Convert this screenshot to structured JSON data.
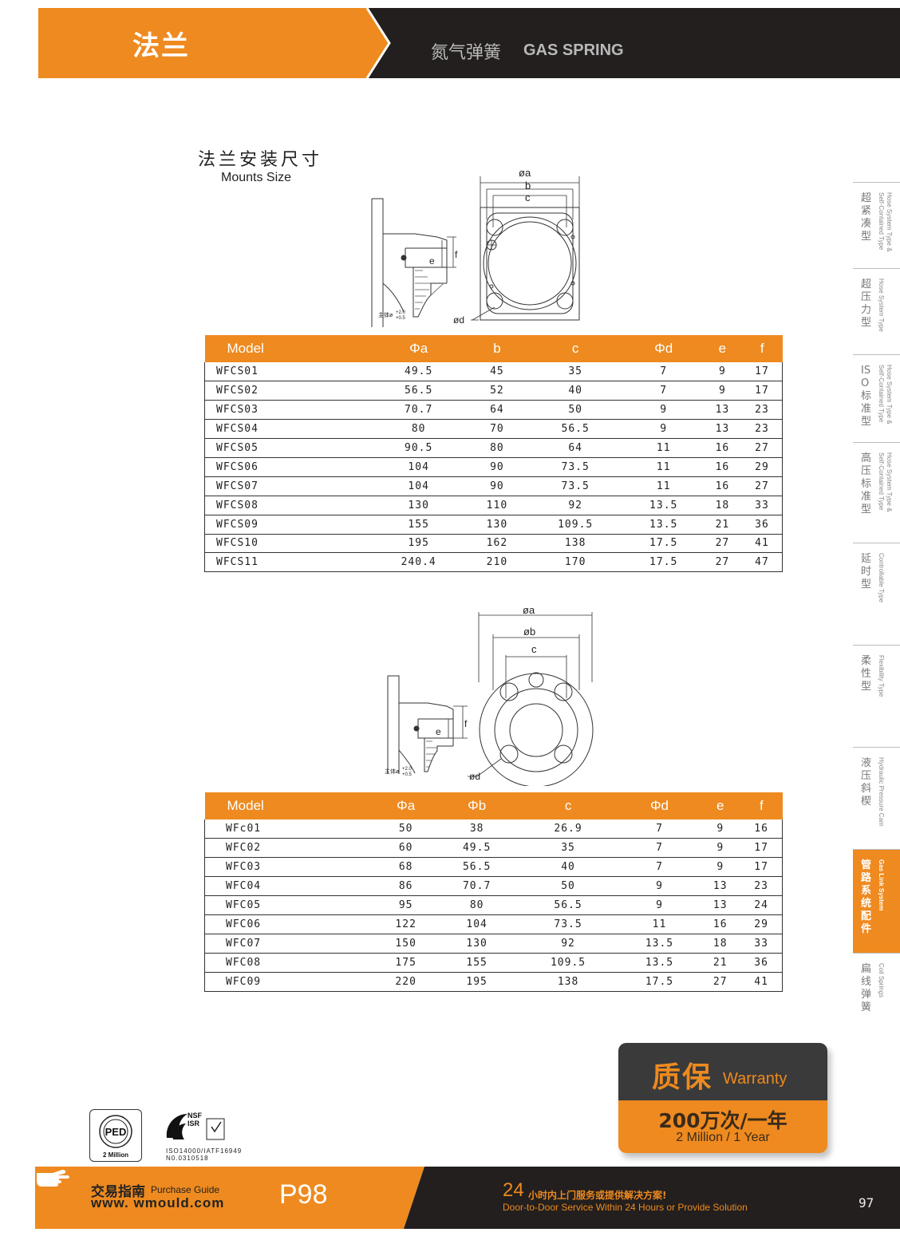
{
  "header": {
    "title": "法兰",
    "subtitle_zh": "氮气弹簧",
    "subtitle_en": "GAS SPRING"
  },
  "section": {
    "title_zh": "法兰安装尺寸",
    "title_en": "Mounts Size"
  },
  "drawing1": {
    "label_a": "øa",
    "label_b": "b",
    "label_c": "c",
    "label_d": "ød",
    "label_e": "e",
    "label_f": "f",
    "note": "主体ø",
    "tol_up": "+2.0",
    "tol_dn": "+0.5"
  },
  "drawing2": {
    "label_a": "øa",
    "label_b": "øb",
    "label_c": "c",
    "label_d": "ød",
    "label_e": "e",
    "label_f": "f",
    "note": "主体ø",
    "tol_up": "+2.0",
    "tol_dn": "+0.5"
  },
  "table1": {
    "headers": [
      "Model",
      "Φa",
      "b",
      "c",
      "Φd",
      "e",
      "f"
    ],
    "rows": [
      [
        "WFCS01",
        "49.5",
        "45",
        "35",
        "7",
        "9",
        "17"
      ],
      [
        "WFCS02",
        "56.5",
        "52",
        "40",
        "7",
        "9",
        "17"
      ],
      [
        "WFCS03",
        "70.7",
        "64",
        "50",
        "9",
        "13",
        "23"
      ],
      [
        "WFCS04",
        "80",
        "70",
        "56.5",
        "9",
        "13",
        "23"
      ],
      [
        "WFCS05",
        "90.5",
        "80",
        "64",
        "11",
        "16",
        "27"
      ],
      [
        "WFCS06",
        "104",
        "90",
        "73.5",
        "11",
        "16",
        "29"
      ],
      [
        "WFCS07",
        "104",
        "90",
        "73.5",
        "11",
        "16",
        "27"
      ],
      [
        "WFCS08",
        "130",
        "110",
        "92",
        "13.5",
        "18",
        "33"
      ],
      [
        "WFCS09",
        "155",
        "130",
        "109.5",
        "13.5",
        "21",
        "36"
      ],
      [
        "WFCS10",
        "195",
        "162",
        "138",
        "17.5",
        "27",
        "41"
      ],
      [
        "WFCS11",
        "240.4",
        "210",
        "170",
        "17.5",
        "27",
        "47"
      ]
    ]
  },
  "table2": {
    "headers": [
      "Model",
      "Φa",
      "Φb",
      "c",
      "Φd",
      "e",
      "f"
    ],
    "rows": [
      [
        "WFc01",
        "50",
        "38",
        "26.9",
        "7",
        "9",
        "16"
      ],
      [
        "WFC02",
        "60",
        "49.5",
        "35",
        "7",
        "9",
        "17"
      ],
      [
        "WFC03",
        "68",
        "56.5",
        "40",
        "7",
        "9",
        "17"
      ],
      [
        "WFC04",
        "86",
        "70.7",
        "50",
        "9",
        "13",
        "23"
      ],
      [
        "WFC05",
        "95",
        "80",
        "56.5",
        "9",
        "13",
        "24"
      ],
      [
        "WFC06",
        "122",
        "104",
        "73.5",
        "11",
        "16",
        "29"
      ],
      [
        "WFC07",
        "150",
        "130",
        "92",
        "13.5",
        "18",
        "33"
      ],
      [
        "WFC08",
        "175",
        "155",
        "109.5",
        "13.5",
        "21",
        "36"
      ],
      [
        "WFC09",
        "220",
        "195",
        "138",
        "17.5",
        "27",
        "41"
      ]
    ]
  },
  "sidetabs": [
    {
      "zh": "超紧凑型",
      "en": "Hose System Type &\nSelf-Contained Type",
      "height": 108
    },
    {
      "zh": "超压力型",
      "en": "Hose System Type",
      "height": 108
    },
    {
      "zh": "ISO标准型",
      "en": "Hose System Type &\nSelf-Contained Type",
      "height": 110
    },
    {
      "zh": "高压标准型",
      "en": "Hose System Type &\nSelf-Contained Type",
      "height": 126
    },
    {
      "zh": "延时型",
      "en": "Controllable Type",
      "height": 128
    },
    {
      "zh": "柔性型",
      "en": "Flexibility Type",
      "height": 128
    },
    {
      "zh": "液压斜楔",
      "en": "Hydraulic Pressure Cam",
      "height": 128
    },
    {
      "zh": "管路系统配件",
      "en": "Gas Link System",
      "height": 130,
      "active": true
    },
    {
      "zh": "扁线弹簧",
      "en": "Coil Springs",
      "height": 84
    }
  ],
  "warranty": {
    "title_zh": "质保",
    "title_en": "Warranty",
    "value_zh": "200万次/一年",
    "value_en": "2 Million / 1 Year"
  },
  "certs": {
    "ped_text": "PED",
    "ped_caption": "2 Million",
    "nsf_text": "NSF",
    "isr_text": "ISR",
    "iso_line1": "ISO14000/IATF16949",
    "iso_line2": "N0.0310518"
  },
  "footer": {
    "guide_zh": "交易指南",
    "guide_en": "Purchase Guide",
    "url": "www. wmould.com",
    "page_ref": "P98",
    "service_num": "24",
    "service_zh": "小时内上门服务或提供解决方案!",
    "service_en": "Door-to-Door Service Within 24 Hours or Provide Solution",
    "page_number": "97"
  },
  "colors": {
    "accent": "#ee8a1f",
    "dark": "#231f1e"
  }
}
